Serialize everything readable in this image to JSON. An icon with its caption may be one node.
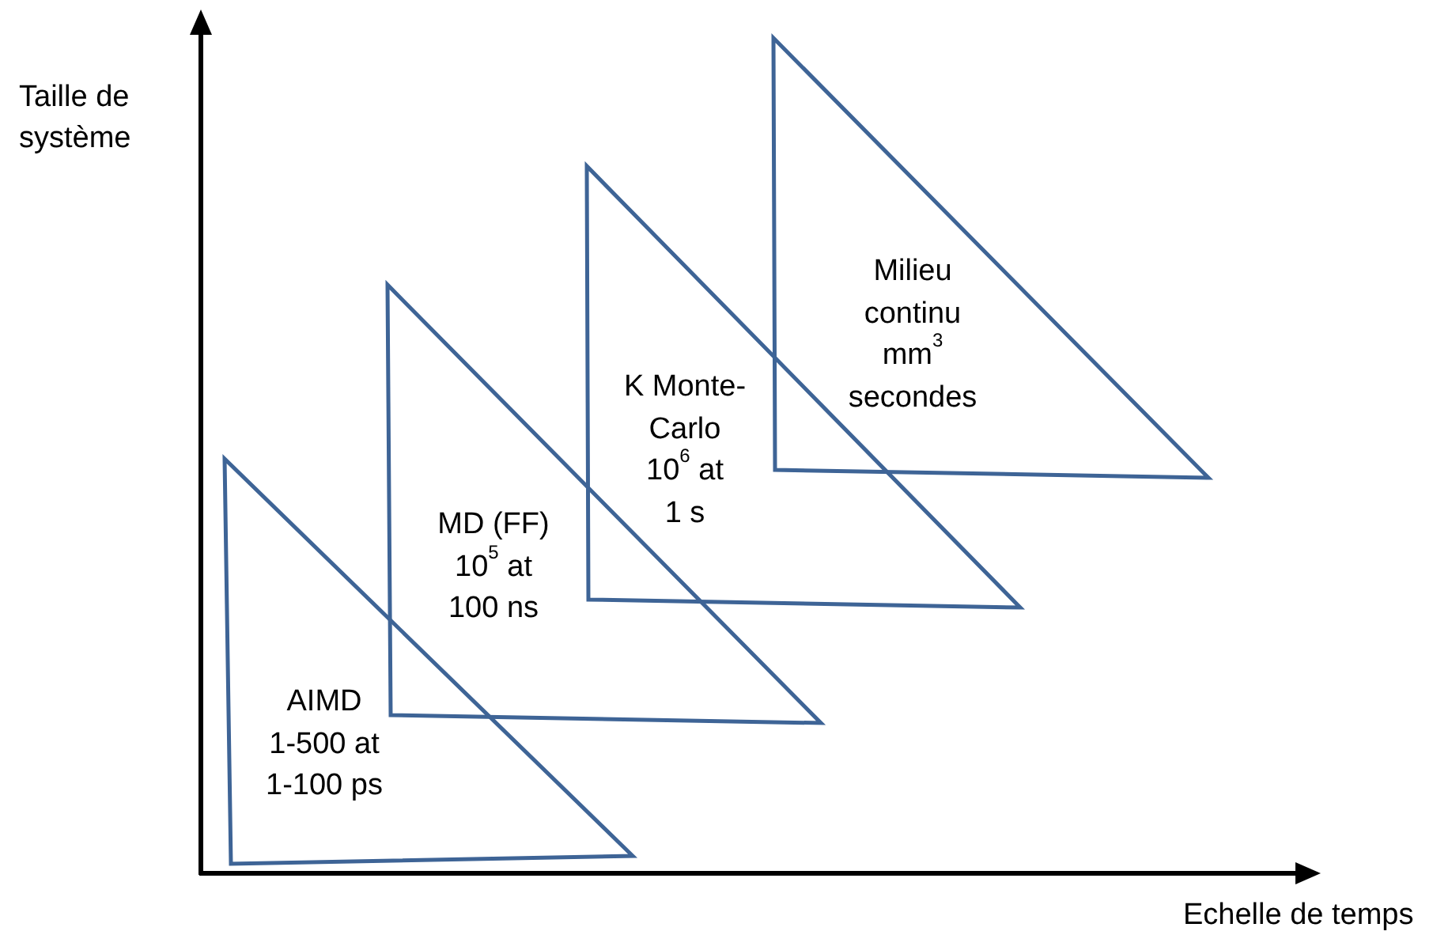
{
  "diagram": {
    "nodes": [
      {
        "text": [
          "AIMD",
          "1-500 at",
          "1-100 ps"
        ]
      },
      {
        "text": [
          "MD (FF)",
          "10$^{5}$ at",
          "100 ns"
        ]
      },
      {
        "text": [
          "K Monte-",
          "Carlo",
          "10$^{6}$ at",
          "1 s"
        ]
      },
      {
        "text": [
          "Milieu",
          "continu",
          "mm$^{3}$",
          "secondes"
        ]
      }
    ],
    "labels": [
      "Taille de système",
      "Echelle de temps"
    ]
  }
}
